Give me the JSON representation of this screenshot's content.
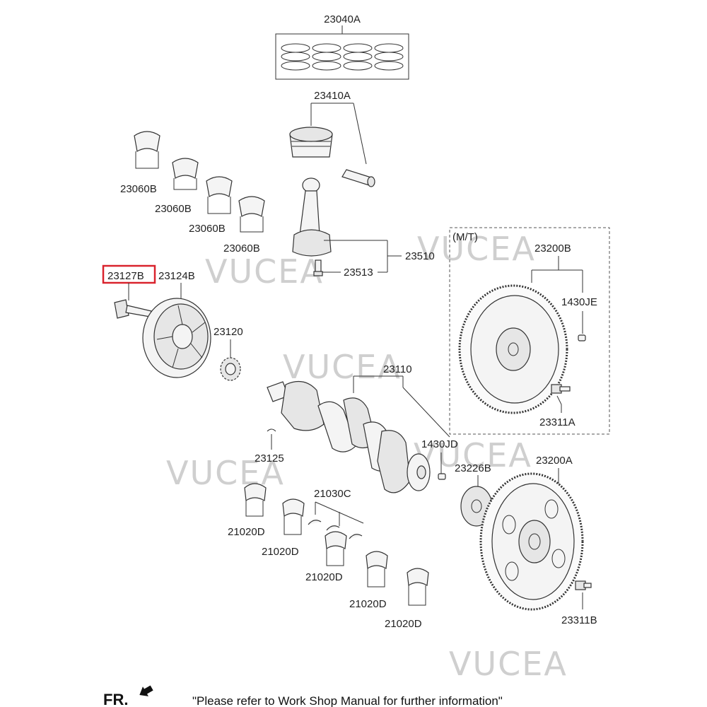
{
  "diagram": {
    "labels": {
      "piston_rings": "23040A",
      "piston": "23410A",
      "upper_bearing_1": "23060B",
      "upper_bearing_2": "23060B",
      "upper_bearing_3": "23060B",
      "upper_bearing_4": "23060B",
      "con_rod": "23510",
      "con_rod_bolt": "23513",
      "pulley_bolt": "23127B",
      "pulley": "23124B",
      "sprocket": "23120",
      "crankshaft": "23110",
      "key": "23125",
      "pin": "1430JD",
      "plate": "23226B",
      "flywheel_mt": "23200B",
      "flywheel_pin": "1430JE",
      "flywheel_bolt_mt": "23311A",
      "drive_plate": "23200A",
      "drive_plate_bolt": "23311B",
      "thrust_bearing": "21030C",
      "main_bearing_1": "21020D",
      "main_bearing_2": "21020D",
      "main_bearing_3": "21020D",
      "main_bearing_4": "21020D",
      "main_bearing_5": "21020D"
    },
    "mt_box_label": "(M/T)",
    "watermark": "VUCEA",
    "front_label": "FR.",
    "footer_note": "\"Please refer to Work Shop Manual for further information\"",
    "highlight_color": "#d9232d"
  }
}
